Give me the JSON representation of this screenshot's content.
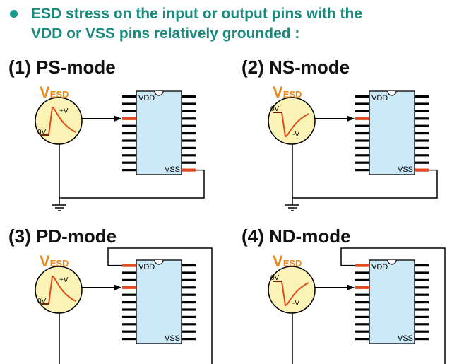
{
  "header": {
    "line1": "ESD stress on the input or output pins with the",
    "line2": "VDD or VSS pins relatively grounded :"
  },
  "colors": {
    "header_text": "#1a8a7e",
    "chip_fill": "#cce9f7",
    "stressed_pin": "#e24a1a",
    "vesd_label": "#e88a1a",
    "pulse_fill": "#fbf3b5",
    "pulse_curve": "#e24a1a"
  },
  "panels": [
    {
      "title": "(1) PS-mode",
      "vesd_main": "V",
      "vesd_sub": "ESD",
      "pulse_polarity": "positive",
      "pulse_peak_label": "+V",
      "pulse_base_label": "0V",
      "chip_top_label": "VDD",
      "chip_bottom_label": "VSS",
      "return_pin": "VSS",
      "ground_symbol": true
    },
    {
      "title": "(2) NS-mode",
      "vesd_main": "V",
      "vesd_sub": "ESD",
      "pulse_polarity": "negative",
      "pulse_peak_label": "-V",
      "pulse_base_label": "0V",
      "chip_top_label": "VDD",
      "chip_bottom_label": "VSS",
      "return_pin": "VSS",
      "ground_symbol": true
    },
    {
      "title": "(3) PD-mode",
      "vesd_main": "V",
      "vesd_sub": "ESD",
      "pulse_polarity": "positive",
      "pulse_peak_label": "+V",
      "pulse_base_label": "0V",
      "chip_top_label": "VDD",
      "chip_bottom_label": "VSS",
      "return_pin": "VDD",
      "ground_symbol": false
    },
    {
      "title": "(4) ND-mode",
      "vesd_main": "V",
      "vesd_sub": "ESD",
      "pulse_polarity": "negative",
      "pulse_peak_label": "-V",
      "pulse_base_label": "0V",
      "chip_top_label": "VDD",
      "chip_bottom_label": "VSS",
      "return_pin": "VDD",
      "ground_symbol": false
    }
  ]
}
